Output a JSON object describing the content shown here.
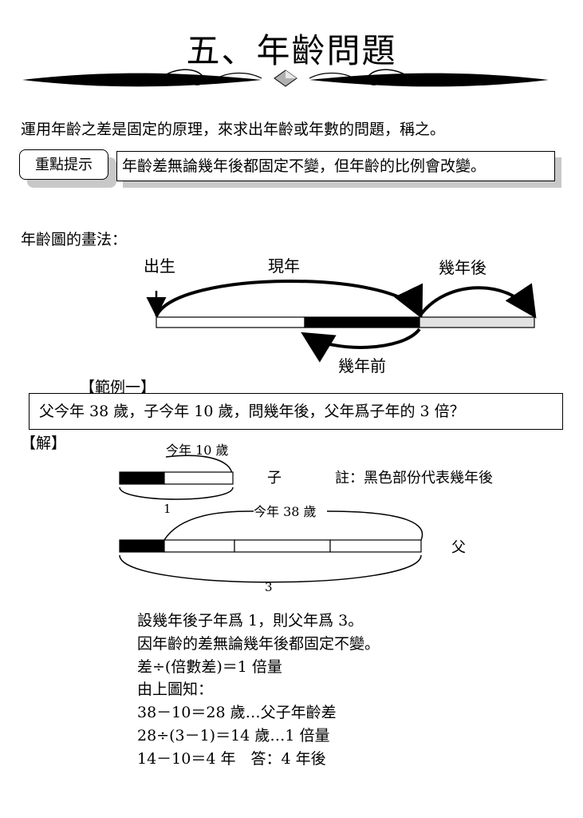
{
  "title": "五、年齡問題",
  "intro": "運用年齡之差是固定的原理，來求出年齡或年數的問題，稱之。",
  "key_point": {
    "label": "重點提示",
    "text": "年齡差無論幾年後都固定不變，但年齡的比例會改變。"
  },
  "chart_heading": "年齡圖的畫法：",
  "age_diagram": {
    "birth": "出生",
    "now": "現年",
    "years_later": "幾年後",
    "years_ago": "幾年前"
  },
  "example": {
    "label": "【範例一】",
    "question": "父今年 38 歲，子今年 10 歲，問幾年後，父年爲子年的 3 倍？"
  },
  "solution": {
    "label": "【解】",
    "son_age_label": "今年 10 歲",
    "son_label": "子",
    "note": "註：黑色部份代表幾年後",
    "son_multiplier": "1",
    "father_age_label": "今年 38 歲",
    "father_label": "父",
    "father_multiplier": "3",
    "lines": [
      "設幾年後子年爲 1，則父年爲 3。",
      "因年齡的差無論幾年後都固定不變。",
      "差÷(倍數差)＝1 倍量",
      "由上圖知：",
      "38－10＝28 歲…父子年齡差",
      "28÷(3－1)＝14 歲…1 倍量",
      "14－10＝4 年　答：4 年後"
    ]
  }
}
